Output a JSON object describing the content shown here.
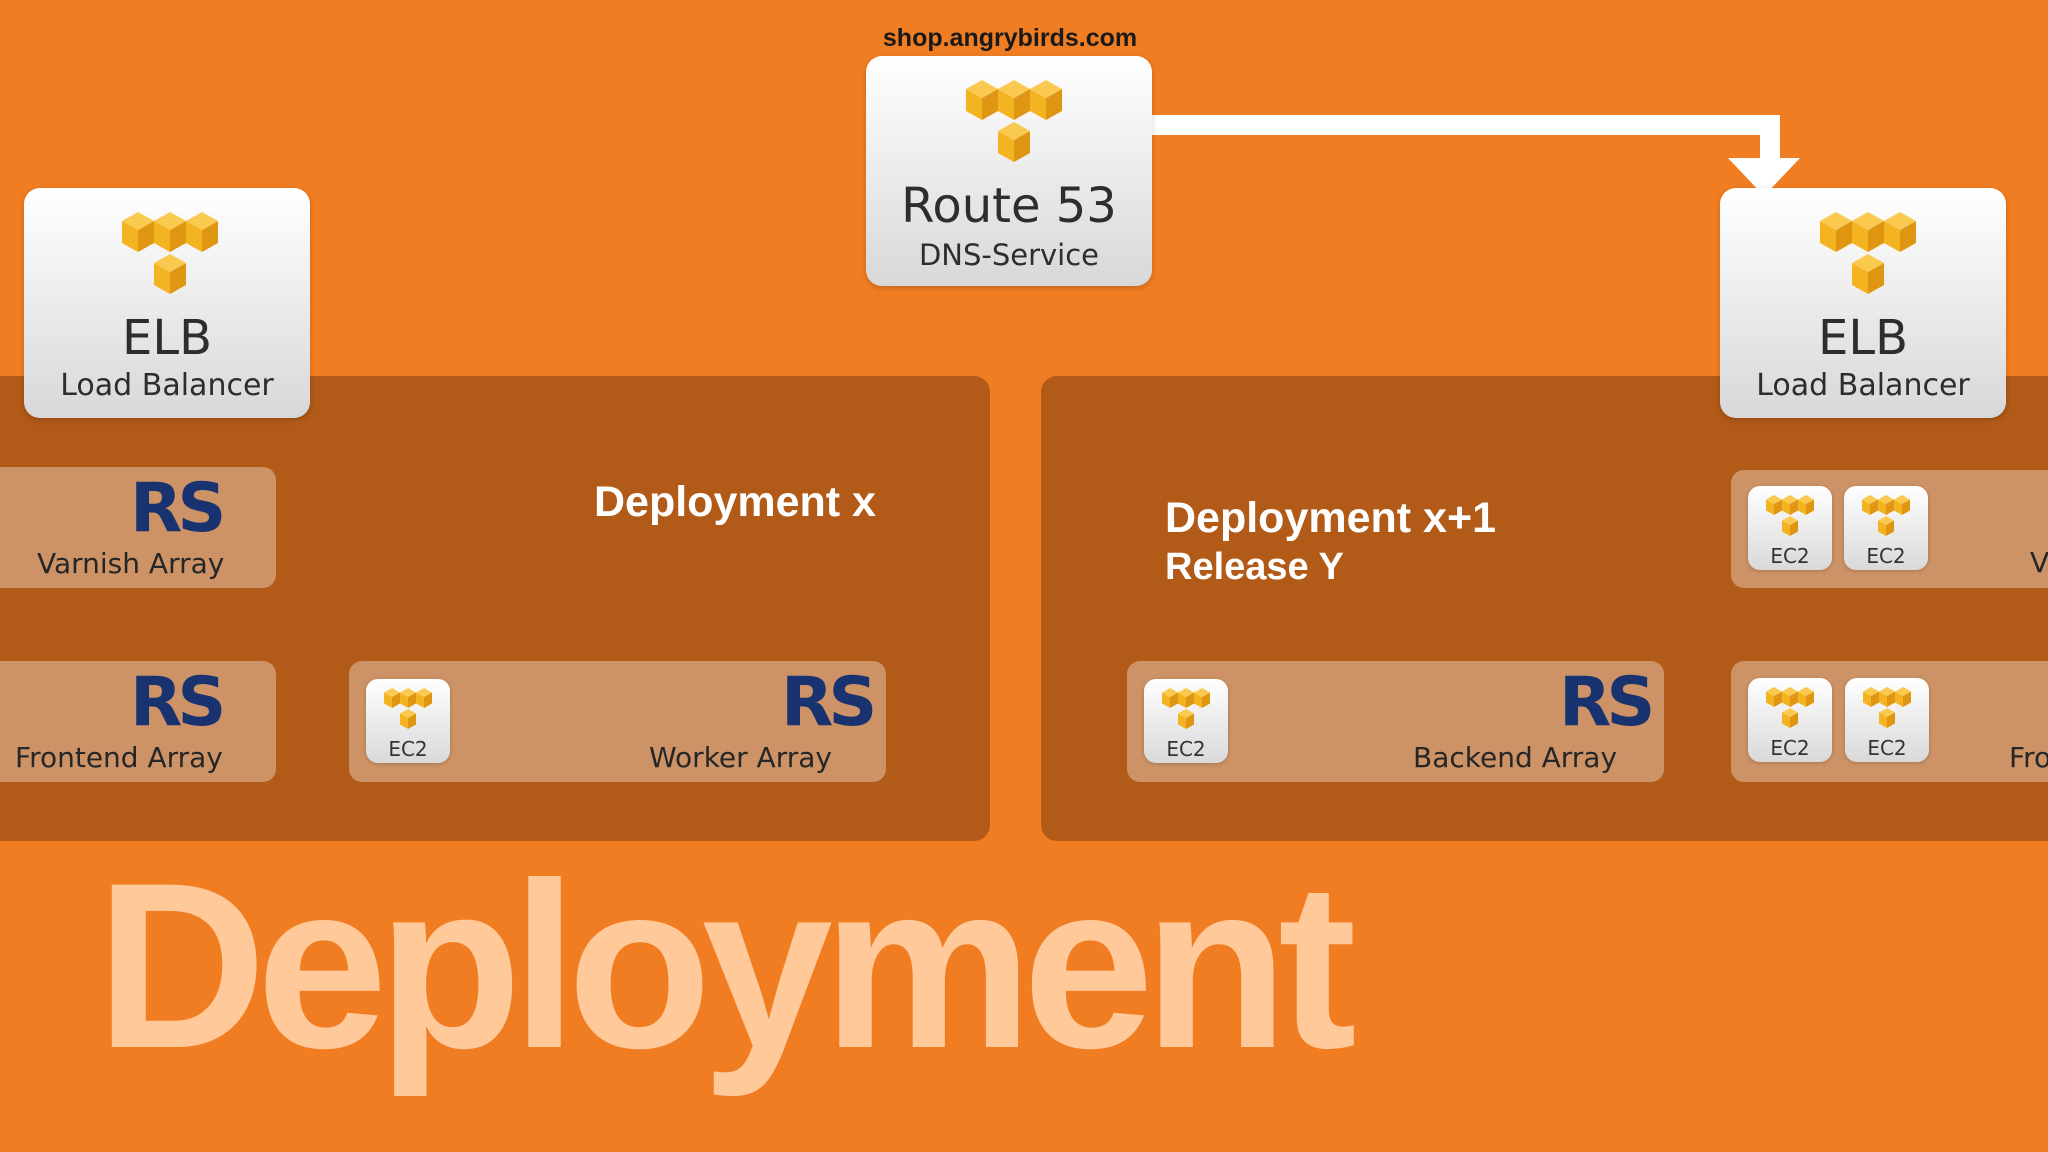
{
  "dns_host": "shop.angrybirds.com",
  "route53": {
    "title": "Route 53",
    "subtitle": "DNS-Service"
  },
  "elb_left": {
    "title": "ELB",
    "subtitle": "Load Balancer"
  },
  "elb_right": {
    "title": "ELB",
    "subtitle": "Load Balancer"
  },
  "deployment_x": {
    "label": "Deployment x",
    "arrays": {
      "varnish": {
        "logo": "RS",
        "label": "Varnish Array"
      },
      "frontend": {
        "logo": "RS",
        "label": "Frontend Array"
      },
      "worker": {
        "logo": "RS",
        "label": "Worker Array",
        "instance": "EC2"
      }
    }
  },
  "deployment_x1": {
    "label": "Deployment x+1",
    "release": "Release Y",
    "arrays": {
      "varnish": {
        "label_partial": "V",
        "instances": [
          "EC2",
          "EC2"
        ]
      },
      "backend": {
        "logo": "RS",
        "label": "Backend Array",
        "instance": "EC2"
      },
      "frontend": {
        "label_partial": "Fro",
        "instances": [
          "EC2",
          "EC2"
        ]
      }
    }
  },
  "page_title": "Deployment",
  "icons": {
    "service": "aws-cubes-icon",
    "array": "rightscale-logo"
  },
  "colors": {
    "background": "#F07D22",
    "panel": "#B25A18",
    "array": "#CD9366",
    "cube": "#F4B321",
    "rs_logo": "#18336F",
    "title_text": "#FFC99A"
  }
}
